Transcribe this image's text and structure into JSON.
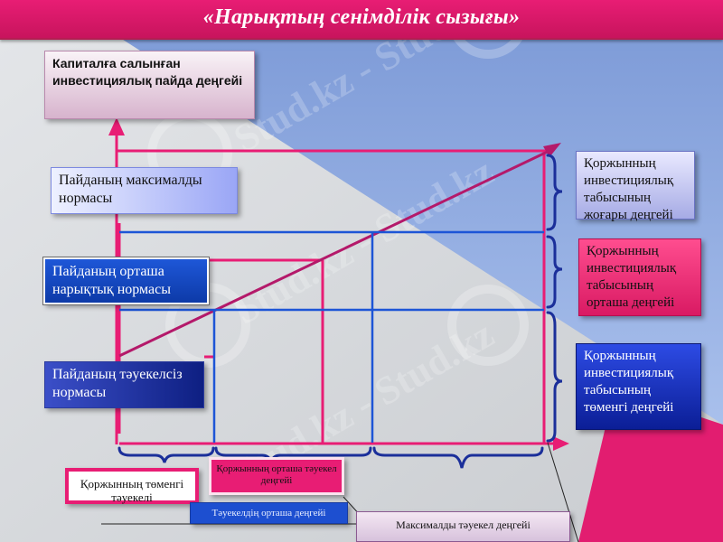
{
  "title": "«Нарықтың сенімділік сызығы»",
  "y_axis_label": "Капиталға салынған инвестициялық пайда деңгейі",
  "left_labels": {
    "max_rate": "Пайданың максималды нормасы",
    "avg_rate": "Пайданың орташа нарықтық  нормасы",
    "riskfree_rate": "Пайданың тәуекелсіз нормасы"
  },
  "right_labels": {
    "high": "Қоржынның инвестициялық табысының жоғары деңгейі",
    "avg": "Қоржынның инвестициялық табысының орташа деңгейі",
    "low": "Қоржынның инвестициялық табысының төменгі деңгейі"
  },
  "bottom_labels": {
    "low_risk": "Қоржынның төменгі тәуекелі",
    "avg_risk": "Қоржынның орташа тәуекел деңгейі",
    "avg_risk_level": "Тәуекелдің орташа деңгейі",
    "max_risk": "Максималды тәуекел деңгейі"
  },
  "watermark": "Stud.kz - Stud.kz",
  "colors": {
    "pink": "#e81d74",
    "blue": "#1d55d6",
    "navy": "#1b2f9a"
  }
}
